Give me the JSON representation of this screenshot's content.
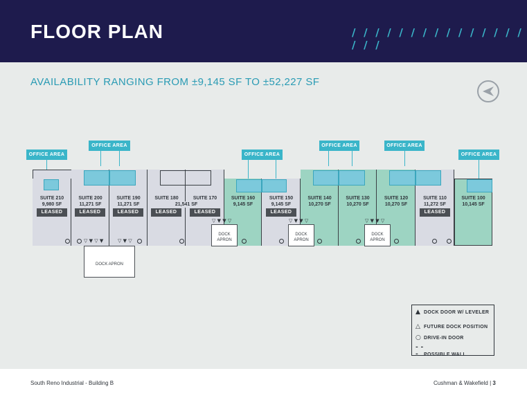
{
  "header": {
    "title": "FLOOR PLAN",
    "decoration": "/ / / / / / / / / / / / / / / / / /"
  },
  "subtitle": "AVAILABILITY RANGING FROM ±9,145 SF TO ±52,227 SF",
  "callouts": [
    "OFFICE AREA",
    "OFFICE AREA",
    "OFFICE AREA",
    "OFFICE AREA",
    "OFFICE AREA",
    "OFFICE AREA"
  ],
  "suites": [
    {
      "name": "SUITE 210",
      "sf": "9,980 SF",
      "status": "LEASED",
      "fill": "grey"
    },
    {
      "name": "SUITE 200",
      "sf": "11,271 SF",
      "status": "LEASED",
      "fill": "grey"
    },
    {
      "name": "SUITE 190",
      "sf": "11,271 SF",
      "status": "LEASED",
      "fill": "grey"
    },
    {
      "name": "SUITE 180",
      "sf": "",
      "status": "LEASED",
      "fill": "grey"
    },
    {
      "name": "SUITE 170",
      "sf": "",
      "status": "LEASED",
      "fill": "grey"
    },
    {
      "name": "SUITE 160",
      "sf": "9,145 SF",
      "status": "",
      "fill": "green"
    },
    {
      "name": "SUITE 150",
      "sf": "9,145 SF",
      "status": "LEASED",
      "fill": "grey"
    },
    {
      "name": "SUITE 140",
      "sf": "10,270 SF",
      "status": "",
      "fill": "green"
    },
    {
      "name": "SUITE 130",
      "sf": "10,270 SF",
      "status": "",
      "fill": "green"
    },
    {
      "name": "SUITE 120",
      "sf": "10,270 SF",
      "status": "",
      "fill": "green"
    },
    {
      "name": "SUITE 110",
      "sf": "11,272 SF",
      "status": "LEASED",
      "fill": "grey"
    },
    {
      "name": "SUITE 100",
      "sf": "10,145 SF",
      "status": "",
      "fill": "green"
    }
  ],
  "combined_sf": "21,541 SF",
  "aprons": [
    "DOCK APRON",
    "DOCK APRON",
    "DOCK APRON",
    "DOCK APRON"
  ],
  "legend": [
    {
      "icon": "dock-door-leveler-icon",
      "label": "DOCK DOOR W/ LEVELER"
    },
    {
      "icon": "future-dock-icon",
      "label": "FUTURE DOCK POSITION"
    },
    {
      "icon": "drive-in-door-icon",
      "label": "DRIVE-IN DOOR"
    },
    {
      "icon": "possible-wall-icon",
      "label": "POSSIBLE WALL"
    }
  ],
  "footer": {
    "left": "South Reno Industrial - Building B",
    "right": "Cushman & Wakefield",
    "page": "3"
  },
  "colors": {
    "navy": "#1e1b4d",
    "teal": "#3ab5c9",
    "available": "#9dd4c2",
    "leased_fill": "#d9dbe3",
    "leased_badge": "#4b4f54"
  }
}
